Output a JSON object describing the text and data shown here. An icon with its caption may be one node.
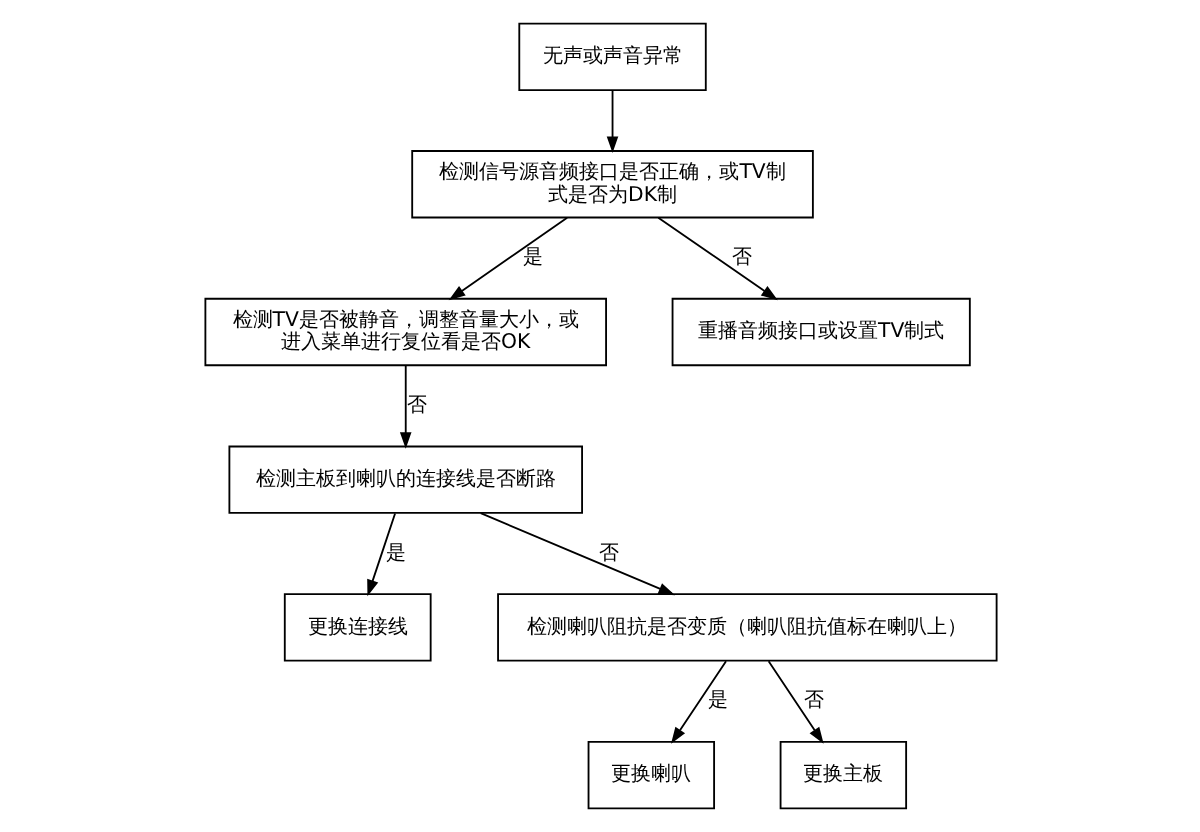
{
  "diagram": {
    "nodes": [
      {
        "text": [
          "无声或声音异常"
        ]
      },
      {
        "text": [
          "检测信号源音频接口是否正确，或TV制式是否为DK制"
        ]
      },
      {
        "text": [
          "检测TV是否被静音，调整音量大小，或进入菜单进行复位看是否OK"
        ]
      },
      {
        "text": [
          "重播音频接口或设置TV制式"
        ]
      },
      {
        "text": [
          "检测主板到喇叭的连接线是否断路"
        ]
      },
      {
        "text": [
          "更换连接线"
        ]
      },
      {
        "text": [
          "检测喇叭阻抗是否变质（喇叭阻抗值标在喇叭上）"
        ]
      },
      {
        "text": [
          "更换喇叭"
        ]
      },
      {
        "text": [
          "更换主板"
        ]
      }
    ],
    "edges": [
      {
        "from": 0,
        "to": 1,
        "arrow": "to"
      },
      {
        "from": 1,
        "to": 2,
        "arrow": "to",
        "label": "是"
      },
      {
        "from": 1,
        "to": 3,
        "arrow": "to",
        "label": "否"
      },
      {
        "from": 2,
        "to": 4,
        "arrow": "to",
        "label": "否"
      },
      {
        "from": 4,
        "to": 5,
        "arrow": "to",
        "label": "是"
      },
      {
        "from": 4,
        "to": 6,
        "arrow": "to",
        "label": "否"
      },
      {
        "from": 6,
        "to": 7,
        "arrow": "to",
        "label": "是"
      },
      {
        "from": 6,
        "to": 8,
        "arrow": "to",
        "label": "否"
      }
    ]
  }
}
